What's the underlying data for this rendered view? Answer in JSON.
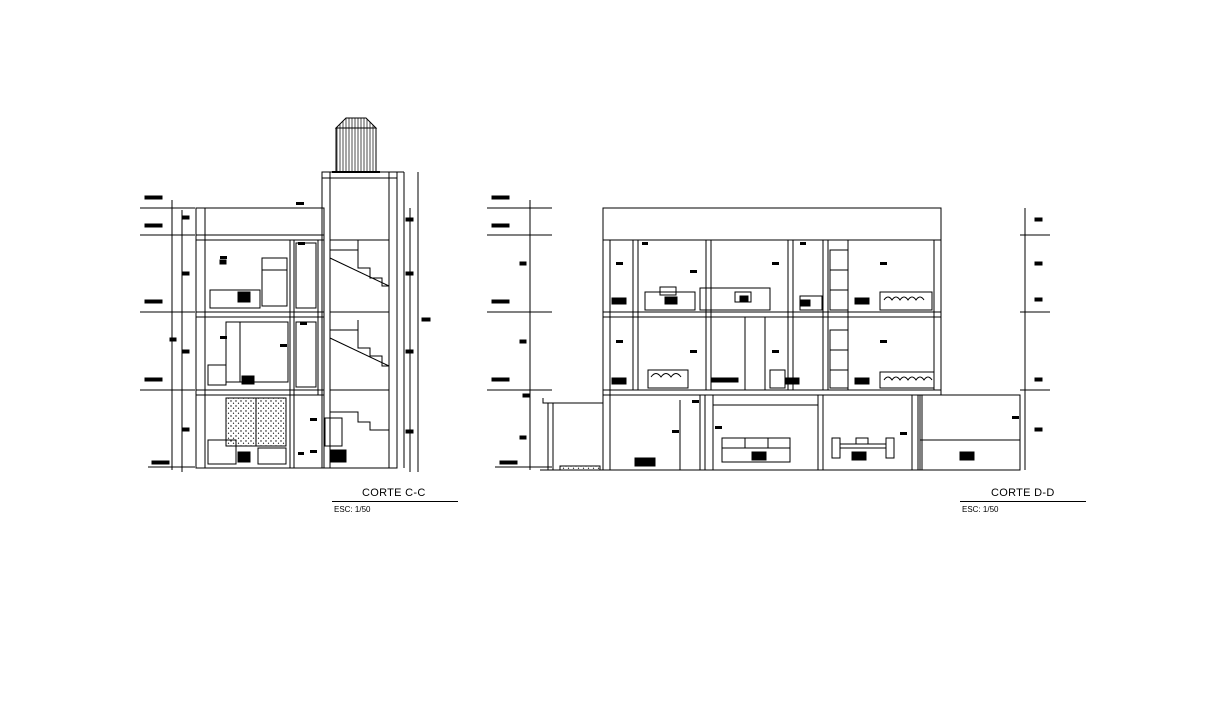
{
  "sections": [
    {
      "id": "c-c",
      "title": "CORTE C-C",
      "scale": "ESC: 1/50"
    },
    {
      "id": "d-d",
      "title": "CORTE D-D",
      "scale": "ESC: 1/50"
    }
  ],
  "colors": {
    "line": "#000000",
    "background": "#ffffff"
  }
}
